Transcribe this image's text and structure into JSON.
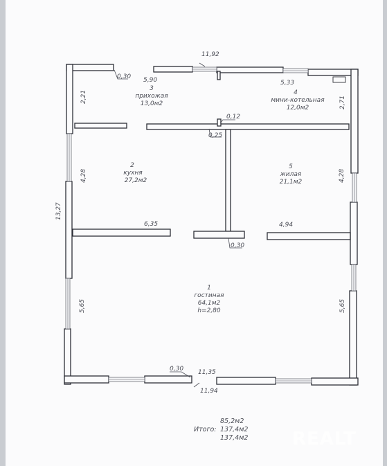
{
  "plan": {
    "overall_width_top": "11,92",
    "overall_width_bottom": "11,94",
    "overall_height": "13,27",
    "rooms": [
      {
        "number": "1",
        "name": "гостиная",
        "area": "64,1м2",
        "height": "h=2,80"
      },
      {
        "number": "2",
        "name": "кухня",
        "area": "27,2м2"
      },
      {
        "number": "3",
        "name": "прихожая",
        "area": "13,0м2"
      },
      {
        "number": "4",
        "name": "мини-котельная",
        "area": "12,0м2"
      },
      {
        "number": "5",
        "name": "жилая",
        "area": "21,1м2"
      }
    ],
    "dims": {
      "top_left_wall": "0,30",
      "top_left_span": "5,90",
      "top_right_span": "5,33",
      "left_top_height": "2,21",
      "right_top_height": "2,71",
      "partition_thickness": "0,12",
      "corridor_wall": "0,25",
      "left_mid_height": "4,28",
      "right_mid_height": "4,28",
      "mid_left_span": "6,35",
      "mid_right_span": "4,94",
      "mid_wall": "0,30",
      "left_bottom_height": "5,65",
      "right_bottom_height": "5,65",
      "bottom_wall": "0,30",
      "bottom_inner_span": "11,35"
    },
    "totals": {
      "line1": "85,2м2",
      "prefix": "Итого:",
      "line2": "137,4м2",
      "line3": "137,4м2"
    }
  },
  "watermark": "REALT",
  "colors": {
    "background": "#c9ccd1",
    "paper": "#fbfbfc",
    "ink": "#2d2f36"
  }
}
